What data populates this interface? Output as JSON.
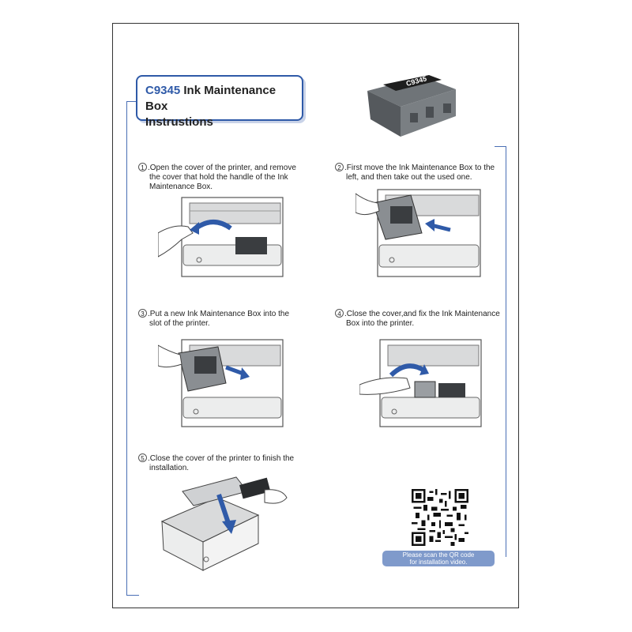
{
  "header": {
    "model": "C9345",
    "title_rest": "Ink Maintenance Box",
    "title_line2": "Instrustions",
    "product_label": "C9345"
  },
  "steps": [
    {
      "num": "1",
      "text_line1": ".Open the cover of the printer, and remove",
      "text_line2": "the cover that hold the handle of the Ink",
      "text_line3": "Maintenance Box."
    },
    {
      "num": "2",
      "text_line1": ".First move the Ink Maintenance Box to the",
      "text_line2": "left, and then take out the used one.",
      "text_line3": ""
    },
    {
      "num": "3",
      "text_line1": ".Put a new Ink Maintenance Box into the",
      "text_line2": "slot of the printer.",
      "text_line3": ""
    },
    {
      "num": "4",
      "text_line1": ".Close the cover,and fix the Ink Maintenance",
      "text_line2": "Box into the printer.",
      "text_line3": ""
    },
    {
      "num": "5",
      "text_line1": ".Close the cover of the printer to finish the",
      "text_line2": "installation.",
      "text_line3": ""
    }
  ],
  "qr": {
    "caption_line1": "Please scan the QR code",
    "caption_line2": "for installation video."
  },
  "colors": {
    "accent": "#2f5aa8",
    "arrow": "#2f5aa8",
    "caption_bg": "#7f9acb"
  }
}
